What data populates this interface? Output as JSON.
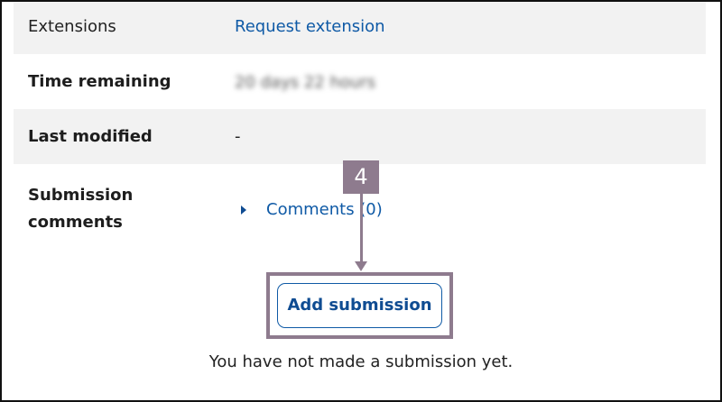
{
  "rows": [
    {
      "label": "Extensions",
      "value": "Request extension"
    },
    {
      "label": "Time remaining",
      "value": "20 days 22 hours"
    },
    {
      "label": "Last modified",
      "value": "-"
    },
    {
      "label_line1": "Submission",
      "label_line2": "comments",
      "value": "Comments (0)"
    }
  ],
  "annotation": {
    "step": "4",
    "color": "#8e7b8e"
  },
  "add_submission_label": "Add submission",
  "status_message": "You have not made a submission yet.",
  "colors": {
    "link": "#0f5aa6",
    "row_alt": "#f2f2f2"
  }
}
